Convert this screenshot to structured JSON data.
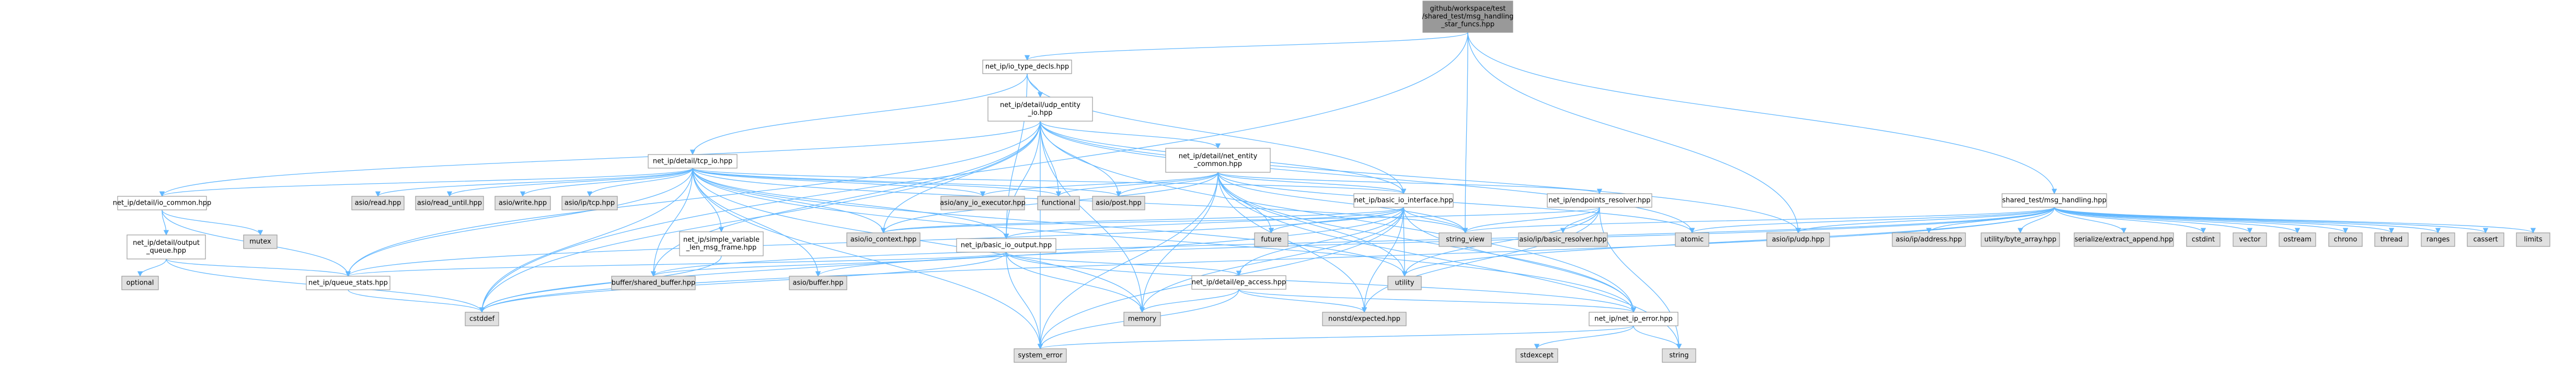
{
  "colors": {
    "edge": "#63b8ff",
    "border": "#999999",
    "root_fill": "#999999",
    "internal_fill": "#ffffff",
    "external_fill": "#e0e0e0",
    "highlight_border": "#ff0000"
  },
  "nodes": [
    {
      "id": "root",
      "lines": [
        "github/workspace/test",
        "/shared_test/msg_handling",
        "_star_funcs.hpp"
      ],
      "kind": "root"
    },
    {
      "id": "io_type_decls",
      "lines": [
        "net_ip/io_type_decls.hpp"
      ],
      "kind": "internal"
    },
    {
      "id": "udp_entity_io",
      "lines": [
        "net_ip/detail/udp_entity",
        "_io.hpp"
      ],
      "kind": "internal"
    },
    {
      "id": "net_entity_common",
      "lines": [
        "net_ip/detail/net_entity",
        "_common.hpp"
      ],
      "kind": "internal"
    },
    {
      "id": "tcp_io",
      "lines": [
        "net_ip/detail/tcp_io.hpp"
      ],
      "kind": "internal"
    },
    {
      "id": "basic_io_interface",
      "lines": [
        "net_ip/basic_io_interface.hpp"
      ],
      "kind": "internal"
    },
    {
      "id": "endpoints_resolver",
      "lines": [
        "net_ip/endpoints_resolver.hpp"
      ],
      "kind": "internal"
    },
    {
      "id": "msg_handling",
      "lines": [
        "shared_test/msg_handling.hpp"
      ],
      "kind": "internal"
    },
    {
      "id": "io_common",
      "lines": [
        "net_ip/detail/io_common.hpp"
      ],
      "kind": "internal"
    },
    {
      "id": "output_queue",
      "lines": [
        "net_ip/detail/output",
        "_queue.hpp"
      ],
      "kind": "highlight"
    },
    {
      "id": "simple_variable_len",
      "lines": [
        "net_ip/simple_variable",
        "_len_msg_frame.hpp"
      ],
      "kind": "internal"
    },
    {
      "id": "basic_io_output",
      "lines": [
        "net_ip/basic_io_output.hpp"
      ],
      "kind": "internal"
    },
    {
      "id": "queue_stats",
      "lines": [
        "net_ip/queue_stats.hpp"
      ],
      "kind": "internal"
    },
    {
      "id": "ep_access",
      "lines": [
        "net_ip/detail/ep_access.hpp"
      ],
      "kind": "internal"
    },
    {
      "id": "net_ip_error",
      "lines": [
        "net_ip/net_ip_error.hpp"
      ],
      "kind": "internal"
    },
    {
      "id": "mutex",
      "lines": [
        "mutex"
      ],
      "kind": "external"
    },
    {
      "id": "optional",
      "lines": [
        "optional"
      ],
      "kind": "external"
    },
    {
      "id": "asio_read",
      "lines": [
        "asio/read.hpp"
      ],
      "kind": "external"
    },
    {
      "id": "asio_read_until",
      "lines": [
        "asio/read_until.hpp"
      ],
      "kind": "external"
    },
    {
      "id": "asio_write",
      "lines": [
        "asio/write.hpp"
      ],
      "kind": "external"
    },
    {
      "id": "asio_ip_tcp",
      "lines": [
        "asio/ip/tcp.hpp"
      ],
      "kind": "external"
    },
    {
      "id": "asio_any_io_executor",
      "lines": [
        "asio/any_io_executor.hpp"
      ],
      "kind": "external"
    },
    {
      "id": "functional",
      "lines": [
        "functional"
      ],
      "kind": "external"
    },
    {
      "id": "asio_post",
      "lines": [
        "asio/post.hpp"
      ],
      "kind": "external"
    },
    {
      "id": "asio_io_context",
      "lines": [
        "asio/io_context.hpp"
      ],
      "kind": "external"
    },
    {
      "id": "future",
      "lines": [
        "future"
      ],
      "kind": "external"
    },
    {
      "id": "string_view",
      "lines": [
        "string_view"
      ],
      "kind": "external"
    },
    {
      "id": "asio_basic_resolver",
      "lines": [
        "asio/ip/basic_resolver.hpp"
      ],
      "kind": "external"
    },
    {
      "id": "atomic",
      "lines": [
        "atomic"
      ],
      "kind": "external"
    },
    {
      "id": "asio_ip_udp",
      "lines": [
        "asio/ip/udp.hpp"
      ],
      "kind": "external"
    },
    {
      "id": "asio_ip_address",
      "lines": [
        "asio/ip/address.hpp"
      ],
      "kind": "external"
    },
    {
      "id": "byte_array",
      "lines": [
        "utility/byte_array.hpp"
      ],
      "kind": "external"
    },
    {
      "id": "extract_append",
      "lines": [
        "serialize/extract_append.hpp"
      ],
      "kind": "external"
    },
    {
      "id": "cstdint",
      "lines": [
        "cstdint"
      ],
      "kind": "external"
    },
    {
      "id": "vector",
      "lines": [
        "vector"
      ],
      "kind": "external"
    },
    {
      "id": "ostream",
      "lines": [
        "ostream"
      ],
      "kind": "external"
    },
    {
      "id": "chrono",
      "lines": [
        "chrono"
      ],
      "kind": "external"
    },
    {
      "id": "thread",
      "lines": [
        "thread"
      ],
      "kind": "external"
    },
    {
      "id": "ranges",
      "lines": [
        "ranges"
      ],
      "kind": "external"
    },
    {
      "id": "cassert",
      "lines": [
        "cassert"
      ],
      "kind": "external"
    },
    {
      "id": "limits",
      "lines": [
        "limits"
      ],
      "kind": "external"
    },
    {
      "id": "shared_buffer",
      "lines": [
        "buffer/shared_buffer.hpp"
      ],
      "kind": "external"
    },
    {
      "id": "asio_buffer",
      "lines": [
        "asio/buffer.hpp"
      ],
      "kind": "external"
    },
    {
      "id": "utility",
      "lines": [
        "utility"
      ],
      "kind": "external"
    },
    {
      "id": "cstddef",
      "lines": [
        "cstddef"
      ],
      "kind": "external"
    },
    {
      "id": "memory",
      "lines": [
        "memory"
      ],
      "kind": "external"
    },
    {
      "id": "nonstd_expected",
      "lines": [
        "nonstd/expected.hpp"
      ],
      "kind": "external"
    },
    {
      "id": "system_error",
      "lines": [
        "system_error"
      ],
      "kind": "external"
    },
    {
      "id": "stdexcept",
      "lines": [
        "stdexcept"
      ],
      "kind": "external"
    },
    {
      "id": "string",
      "lines": [
        "string"
      ],
      "kind": "external"
    }
  ],
  "edges": [
    [
      "root",
      "io_type_decls"
    ],
    [
      "root",
      "msg_handling"
    ],
    [
      "root",
      "asio_ip_udp"
    ],
    [
      "root",
      "string_view"
    ],
    [
      "root",
      "cstddef"
    ],
    [
      "io_type_decls",
      "udp_entity_io"
    ],
    [
      "io_type_decls",
      "tcp_io"
    ],
    [
      "io_type_decls",
      "basic_io_interface"
    ],
    [
      "io_type_decls",
      "basic_io_output"
    ],
    [
      "udp_entity_io",
      "net_entity_common"
    ],
    [
      "udp_entity_io",
      "basic_io_interface"
    ],
    [
      "udp_entity_io",
      "basic_io_output"
    ],
    [
      "udp_entity_io",
      "io_common"
    ],
    [
      "udp_entity_io",
      "queue_stats"
    ],
    [
      "udp_entity_io",
      "shared_buffer"
    ],
    [
      "udp_entity_io",
      "asio_ip_udp"
    ],
    [
      "udp_entity_io",
      "asio_post"
    ],
    [
      "udp_entity_io",
      "functional"
    ],
    [
      "udp_entity_io",
      "memory"
    ],
    [
      "udp_entity_io",
      "system_error"
    ],
    [
      "udp_entity_io",
      "net_ip_error"
    ],
    [
      "udp_entity_io",
      "asio_io_context"
    ],
    [
      "udp_entity_io",
      "cstddef"
    ],
    [
      "udp_entity_io",
      "atomic"
    ],
    [
      "net_entity_common",
      "basic_io_interface"
    ],
    [
      "net_entity_common",
      "asio_any_io_executor"
    ],
    [
      "net_entity_common",
      "asio_post"
    ],
    [
      "net_entity_common",
      "functional"
    ],
    [
      "net_entity_common",
      "endpoints_resolver"
    ],
    [
      "net_entity_common",
      "net_ip_error"
    ],
    [
      "net_entity_common",
      "nonstd_expected"
    ],
    [
      "net_entity_common",
      "system_error"
    ],
    [
      "net_entity_common",
      "memory"
    ],
    [
      "net_entity_common",
      "utility"
    ],
    [
      "net_entity_common",
      "future"
    ],
    [
      "net_entity_common",
      "string_view"
    ],
    [
      "net_entity_common",
      "string"
    ],
    [
      "net_entity_common",
      "asio_io_context"
    ],
    [
      "net_entity_common",
      "atomic"
    ],
    [
      "tcp_io",
      "io_common"
    ],
    [
      "tcp_io",
      "asio_read"
    ],
    [
      "tcp_io",
      "asio_read_until"
    ],
    [
      "tcp_io",
      "asio_write"
    ],
    [
      "tcp_io",
      "asio_ip_tcp"
    ],
    [
      "tcp_io",
      "asio_any_io_executor"
    ],
    [
      "tcp_io",
      "functional"
    ],
    [
      "tcp_io",
      "asio_post"
    ],
    [
      "tcp_io",
      "simple_variable_len"
    ],
    [
      "tcp_io",
      "basic_io_output"
    ],
    [
      "tcp_io",
      "queue_stats"
    ],
    [
      "tcp_io",
      "shared_buffer"
    ],
    [
      "tcp_io",
      "asio_buffer"
    ],
    [
      "tcp_io",
      "asio_io_context"
    ],
    [
      "tcp_io",
      "string_view"
    ],
    [
      "tcp_io",
      "memory"
    ],
    [
      "tcp_io",
      "utility"
    ],
    [
      "tcp_io",
      "cstddef"
    ],
    [
      "tcp_io",
      "system_error"
    ],
    [
      "tcp_io",
      "basic_io_interface"
    ],
    [
      "tcp_io",
      "net_ip_error"
    ],
    [
      "basic_io_interface",
      "ep_access"
    ],
    [
      "basic_io_interface",
      "basic_io_output"
    ],
    [
      "basic_io_interface",
      "queue_stats"
    ],
    [
      "basic_io_interface",
      "memory"
    ],
    [
      "basic_io_interface",
      "system_error"
    ],
    [
      "basic_io_interface",
      "utility"
    ],
    [
      "basic_io_interface",
      "nonstd_expected"
    ],
    [
      "basic_io_interface",
      "net_ip_error"
    ],
    [
      "basic_io_interface",
      "string_view"
    ],
    [
      "basic_io_interface",
      "future"
    ],
    [
      "basic_io_interface",
      "asio_io_context"
    ],
    [
      "basic_io_interface",
      "cstddef"
    ],
    [
      "endpoints_resolver",
      "asio_basic_resolver"
    ],
    [
      "endpoints_resolver",
      "string_view"
    ],
    [
      "endpoints_resolver",
      "nonstd_expected"
    ],
    [
      "endpoints_resolver",
      "utility"
    ],
    [
      "endpoints_resolver",
      "string"
    ],
    [
      "endpoints_resolver",
      "asio_io_context"
    ],
    [
      "msg_handling",
      "asio_ip_address"
    ],
    [
      "msg_handling",
      "byte_array"
    ],
    [
      "msg_handling",
      "extract_append"
    ],
    [
      "msg_handling",
      "cstdint"
    ],
    [
      "msg_handling",
      "vector"
    ],
    [
      "msg_handling",
      "ostream"
    ],
    [
      "msg_handling",
      "chrono"
    ],
    [
      "msg_handling",
      "thread"
    ],
    [
      "msg_handling",
      "ranges"
    ],
    [
      "msg_handling",
      "cassert"
    ],
    [
      "msg_handling",
      "limits"
    ],
    [
      "msg_handling",
      "atomic"
    ],
    [
      "msg_handling",
      "asio_ip_udp"
    ],
    [
      "msg_handling",
      "string_view"
    ],
    [
      "msg_handling",
      "shared_buffer"
    ],
    [
      "msg_handling",
      "asio_buffer"
    ],
    [
      "msg_handling",
      "utility"
    ],
    [
      "msg_handling",
      "cstddef"
    ],
    [
      "io_common",
      "output_queue"
    ],
    [
      "io_common",
      "queue_stats"
    ],
    [
      "io_common",
      "mutex"
    ],
    [
      "output_queue",
      "optional"
    ],
    [
      "output_queue",
      "queue_stats"
    ],
    [
      "output_queue",
      "cstddef"
    ],
    [
      "simple_variable_len",
      "cstddef"
    ],
    [
      "basic_io_output",
      "queue_stats"
    ],
    [
      "basic_io_output",
      "ep_access"
    ],
    [
      "basic_io_output",
      "net_ip_error"
    ],
    [
      "basic_io_output",
      "memory"
    ],
    [
      "basic_io_output",
      "system_error"
    ],
    [
      "basic_io_output",
      "cstddef"
    ],
    [
      "basic_io_output",
      "shared_buffer"
    ],
    [
      "queue_stats",
      "cstddef"
    ],
    [
      "ep_access",
      "memory"
    ],
    [
      "ep_access",
      "system_error"
    ],
    [
      "ep_access",
      "nonstd_expected"
    ],
    [
      "ep_access",
      "net_ip_error"
    ],
    [
      "net_ip_error",
      "stdexcept"
    ],
    [
      "net_ip_error",
      "string"
    ],
    [
      "net_ip_error",
      "system_error"
    ]
  ]
}
